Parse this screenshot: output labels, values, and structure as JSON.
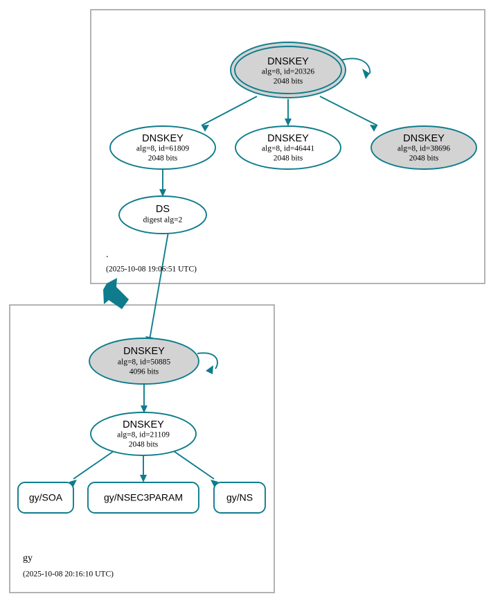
{
  "diagram": {
    "type": "dnssec-authentication-chain",
    "accent_color": "#0e7c8c",
    "secure_fill_color": "#d3d3d3",
    "plain_fill_color": "#ffffff",
    "zone_border_color": "#a0a0a0"
  },
  "zones": [
    {
      "id": "root",
      "name": ".",
      "timestamp": "(2025-10-08 19:06:51 UTC)",
      "nodes": [
        {
          "id": "ksk-20326",
          "shape": "doubleellipse",
          "fill": "gray",
          "title": "DNSKEY",
          "line2": "alg=8, id=20326",
          "line3": "2048 bits",
          "self_signed": true
        },
        {
          "id": "zsk-61809",
          "shape": "ellipse",
          "fill": "white",
          "title": "DNSKEY",
          "line2": "alg=8, id=61809",
          "line3": "2048 bits",
          "self_signed": false
        },
        {
          "id": "zsk-46441",
          "shape": "ellipse",
          "fill": "white",
          "title": "DNSKEY",
          "line2": "alg=8, id=46441",
          "line3": "2048 bits",
          "self_signed": false
        },
        {
          "id": "zsk-38696",
          "shape": "ellipse",
          "fill": "gray",
          "title": "DNSKEY",
          "line2": "alg=8, id=38696",
          "line3": "2048 bits",
          "self_signed": false
        },
        {
          "id": "ds-2",
          "shape": "ellipse",
          "fill": "white",
          "title": "DS",
          "line2": "digest alg=2",
          "line3": "",
          "self_signed": false
        }
      ]
    },
    {
      "id": "gy",
      "name": "gy",
      "timestamp": "(2025-10-08 20:16:10 UTC)",
      "nodes": [
        {
          "id": "ksk-50885",
          "shape": "ellipse",
          "fill": "gray",
          "title": "DNSKEY",
          "line2": "alg=8, id=50885",
          "line3": "4096 bits",
          "self_signed": true
        },
        {
          "id": "zsk-21109",
          "shape": "ellipse",
          "fill": "white",
          "title": "DNSKEY",
          "line2": "alg=8, id=21109",
          "line3": "2048 bits",
          "self_signed": false
        },
        {
          "id": "rr-soa",
          "shape": "rect",
          "fill": "white",
          "title": "gy/SOA",
          "line2": "",
          "line3": "",
          "self_signed": false
        },
        {
          "id": "rr-nsec3param",
          "shape": "rect",
          "fill": "white",
          "title": "gy/NSEC3PARAM",
          "line2": "",
          "line3": "",
          "self_signed": false
        },
        {
          "id": "rr-ns",
          "shape": "rect",
          "fill": "white",
          "title": "gy/NS",
          "line2": "",
          "line3": "",
          "self_signed": false
        }
      ]
    }
  ],
  "edges": [
    {
      "from": "ksk-20326",
      "to": "ksk-20326",
      "kind": "self-loop"
    },
    {
      "from": "ksk-20326",
      "to": "zsk-61809",
      "kind": "signs"
    },
    {
      "from": "ksk-20326",
      "to": "zsk-46441",
      "kind": "signs"
    },
    {
      "from": "ksk-20326",
      "to": "zsk-38696",
      "kind": "signs"
    },
    {
      "from": "zsk-61809",
      "to": "ds-2",
      "kind": "signs"
    },
    {
      "from": "ds-2",
      "to": "ksk-50885",
      "kind": "delegation"
    },
    {
      "from": "ksk-50885",
      "to": "ksk-50885",
      "kind": "self-loop"
    },
    {
      "from": "ksk-50885",
      "to": "zsk-21109",
      "kind": "signs"
    },
    {
      "from": "zsk-21109",
      "to": "rr-soa",
      "kind": "signs"
    },
    {
      "from": "zsk-21109",
      "to": "rr-nsec3param",
      "kind": "signs"
    },
    {
      "from": "zsk-21109",
      "to": "rr-ns",
      "kind": "signs"
    }
  ]
}
